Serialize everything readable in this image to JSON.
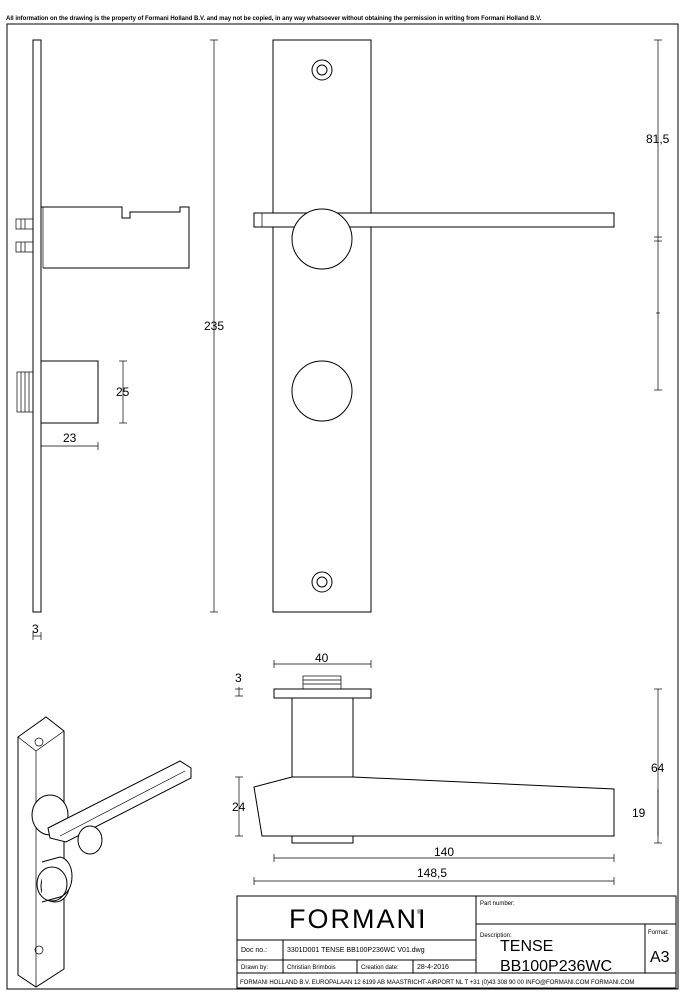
{
  "notice": "All information on the drawing is the property of Formani Holland B.V. and may not be copied, in any way whatsoever without obtaining the permission in writing from Formani Holland B.V.",
  "dimensions": {
    "d_81_5": "81,5",
    "d_235": "235",
    "d_25": "25",
    "d_23": "23",
    "d_3_side": "3",
    "d_40": "40",
    "d_3_top": "3",
    "d_64": "64",
    "d_24": "24",
    "d_19": "19",
    "d_140": "140",
    "d_148_5": "148,5"
  },
  "title_block": {
    "logo": "FORMANI",
    "logo_mark": "®",
    "part_number_label": "Part number:",
    "description_label": "Description:",
    "description_line1": "TENSE",
    "description_line2": "BB100P236WC",
    "format_label": "Format:",
    "format_value": "A3",
    "doc_no_label": "Doc no.:",
    "doc_no_value": "3301D001 TENSE BB100P236WC V01.dwg",
    "drawn_by_label": "Drawn by:",
    "drawn_by_value": "Christian Brimbois",
    "creation_date_label": "Creation date:",
    "creation_date_value": "28-4-2016",
    "footer": "FORMANI HOLLAND B.V.  EUROPALAAN 12  6199 AB MAASTRICHT-AIRPORT NL  T +31 (0)43 308 90 00 INFO@FORMANI.COM FORMANI.COM"
  }
}
